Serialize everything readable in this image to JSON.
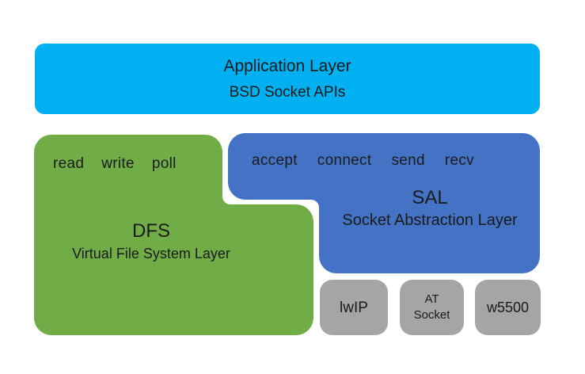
{
  "colors": {
    "app_layer": "#00B0F0",
    "dfs": "#70AD47",
    "sal": "#4472C4",
    "component": "#A5A5A5",
    "text": "#1b1b1b",
    "background": "#FFFFFF"
  },
  "app_layer": {
    "title": "Application Layer",
    "subtitle": "BSD Socket APIs"
  },
  "dfs": {
    "apis": [
      "read",
      "write",
      "poll"
    ],
    "title": "DFS",
    "subtitle": "Virtual File System Layer"
  },
  "sal": {
    "apis": [
      "accept",
      "connect",
      "send",
      "recv"
    ],
    "title": "SAL",
    "subtitle": "Socket Abstraction Layer"
  },
  "components": [
    {
      "lines": [
        "lwIP"
      ]
    },
    {
      "lines": [
        "AT",
        "Socket"
      ]
    },
    {
      "lines": [
        "w5500"
      ]
    }
  ]
}
